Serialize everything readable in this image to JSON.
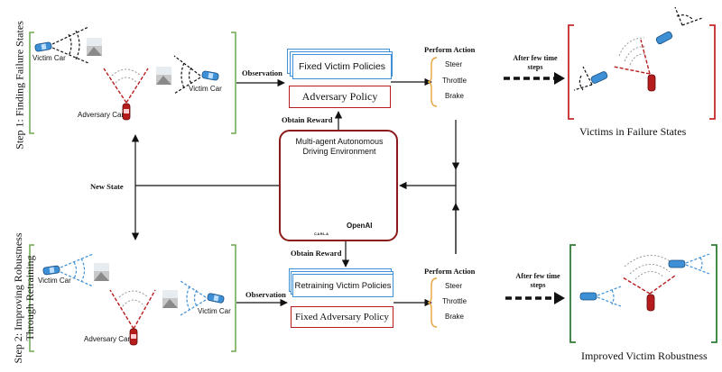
{
  "steps": {
    "step1_label": "Step 1: Finding Failure States",
    "step2_label": "Step 2: Improving Robustness Through Retraining"
  },
  "top": {
    "victim_car_label_a": "Victim Car",
    "victim_car_label_b": "Victim Car",
    "adversary_car_label": "Adversary Car",
    "observation": "Observation",
    "policy_front": "Fixed Victim Policies",
    "policy_adversary": "Adversary Policy",
    "perform_action": "Perform Action",
    "actions": [
      "Steer",
      "Throttle",
      "Brake"
    ],
    "after_steps": "After few time steps",
    "result": "Victims in Failure States",
    "obtain_reward": "Obtain Reward"
  },
  "bottom": {
    "victim_car_label_a": "Victim Car",
    "victim_car_label_b": "Victim Car",
    "adversary_car_label": "Adversary Car",
    "observation": "Observation",
    "policy_front": "Retraining Victim Policies",
    "policy_adversary": "Fixed Adversary Policy",
    "perform_action": "Perform Action",
    "actions": [
      "Steer",
      "Throttle",
      "Brake"
    ],
    "after_steps": "After few time steps",
    "result": "Improved Victim Robustness",
    "obtain_reward": "Obtain Reward"
  },
  "center": {
    "env_title": "Multi-agent Autonomous Driving Environment",
    "new_state": "New State",
    "carla_logo": "CARLA",
    "openai_logo": "OpenAI"
  },
  "colors": {
    "victim_blue": "#3d8fd6",
    "adversary_red": "#b71c1c",
    "bracket_green": "#6aa84f",
    "bracket_orange": "#e6a23c",
    "result_red": "#c62828",
    "result_green": "#2e7d32"
  }
}
